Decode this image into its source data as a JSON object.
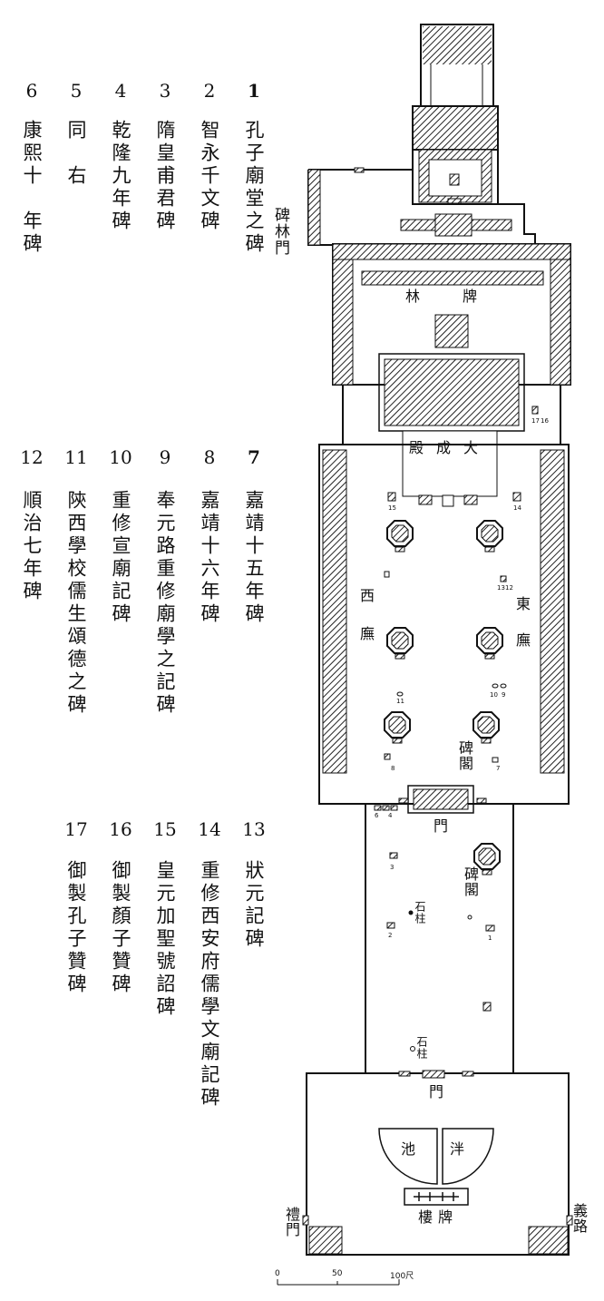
{
  "legend": [
    {
      "num": "1",
      "name": "孔子廟堂之碑"
    },
    {
      "num": "2",
      "name": "智永千文碑"
    },
    {
      "num": "3",
      "name": "隋皇甫君碑"
    },
    {
      "num": "4",
      "name": "乾隆九年碑"
    },
    {
      "num": "5",
      "name": "同　右"
    },
    {
      "num": "6",
      "name": "康熙十　年碑"
    },
    {
      "num": "7",
      "name": "嘉靖十五年碑"
    },
    {
      "num": "8",
      "name": "嘉靖十六年碑"
    },
    {
      "num": "9",
      "name": "奉元路重修廟學之記碑"
    },
    {
      "num": "10",
      "name": "重修宣廟記碑"
    },
    {
      "num": "11",
      "name": "陝西學校儒生頌德之碑"
    },
    {
      "num": "12",
      "name": "順治七年碑"
    },
    {
      "num": "13",
      "name": "狀元記碑"
    },
    {
      "num": "14",
      "name": "重修西安府儒學文廟記碑"
    },
    {
      "num": "15",
      "name": "皇元加聖號詔碑"
    },
    {
      "num": "16",
      "name": "御製顏子贊碑"
    },
    {
      "num": "17",
      "name": "御製孔子贊碑"
    }
  ],
  "plan_labels": {
    "beilin_gate": "碑林門",
    "pai": "牌",
    "lin": "林",
    "da": "大",
    "cheng": "成",
    "dian": "殿",
    "west": "西",
    "wu_w": "廡",
    "east": "東",
    "wu_e": "廡",
    "beige_1": "碑閣",
    "middle_gate": "門",
    "beige_2": "碑閣",
    "pillar_1": "石柱",
    "pillar_2": "石柱",
    "front_gate": "門",
    "pan": "泮",
    "chi": "池",
    "pai2": "牌",
    "lou": "樓",
    "li_gate": "禮門",
    "yi_road": "義路"
  },
  "markers": {
    "m1": "1",
    "m2": "2",
    "m3": "3",
    "m4": "4",
    "m6": "6",
    "m7": "7",
    "m8": "8",
    "m9": "9",
    "m10": "10",
    "m11": "11",
    "m12": "12",
    "m13": "13",
    "m14": "14",
    "m15": "15",
    "m16": "16",
    "m17": "17"
  },
  "scale": {
    "s0": "0",
    "s50": "50",
    "s100": "100尺"
  }
}
